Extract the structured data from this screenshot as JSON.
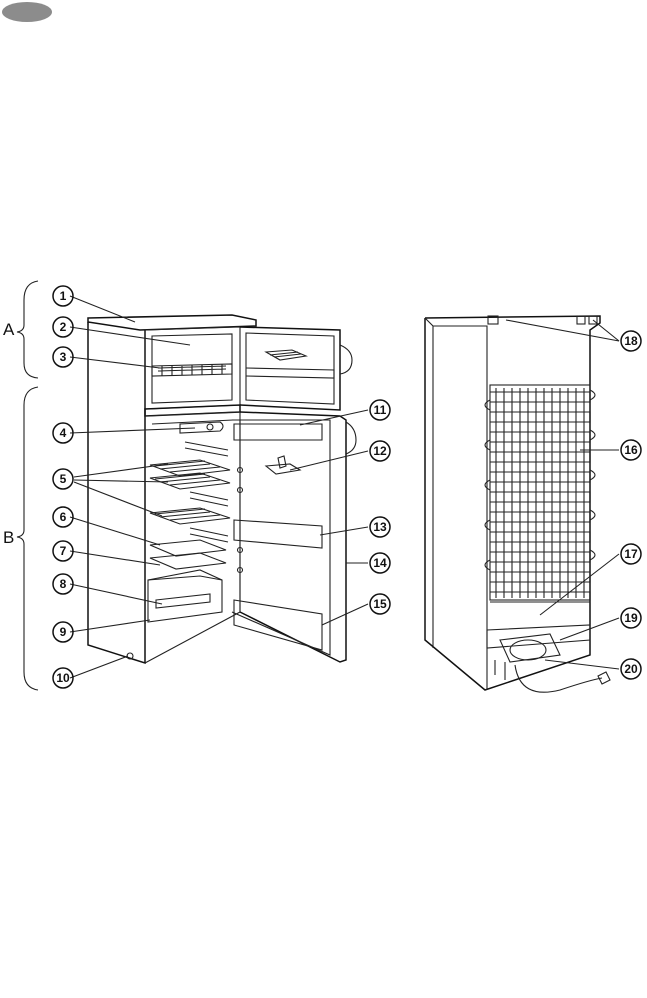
{
  "page_tab_color": "#8c8c8c",
  "sections": [
    {
      "id": "A",
      "label": "A"
    },
    {
      "id": "B",
      "label": "B"
    }
  ],
  "callouts": [
    {
      "n": "1",
      "label": "1"
    },
    {
      "n": "2",
      "label": "2"
    },
    {
      "n": "3",
      "label": "3"
    },
    {
      "n": "4",
      "label": "4"
    },
    {
      "n": "5",
      "label": "5"
    },
    {
      "n": "6",
      "label": "6"
    },
    {
      "n": "7",
      "label": "7"
    },
    {
      "n": "8",
      "label": "8"
    },
    {
      "n": "9",
      "label": "9"
    },
    {
      "n": "10",
      "label": "10"
    },
    {
      "n": "11",
      "label": "11"
    },
    {
      "n": "12",
      "label": "12"
    },
    {
      "n": "13",
      "label": "13"
    },
    {
      "n": "14",
      "label": "14"
    },
    {
      "n": "15",
      "label": "15"
    },
    {
      "n": "16",
      "label": "16"
    },
    {
      "n": "17",
      "label": "17"
    },
    {
      "n": "18",
      "label": "18"
    },
    {
      "n": "19",
      "label": "19"
    },
    {
      "n": "20",
      "label": "20"
    }
  ]
}
